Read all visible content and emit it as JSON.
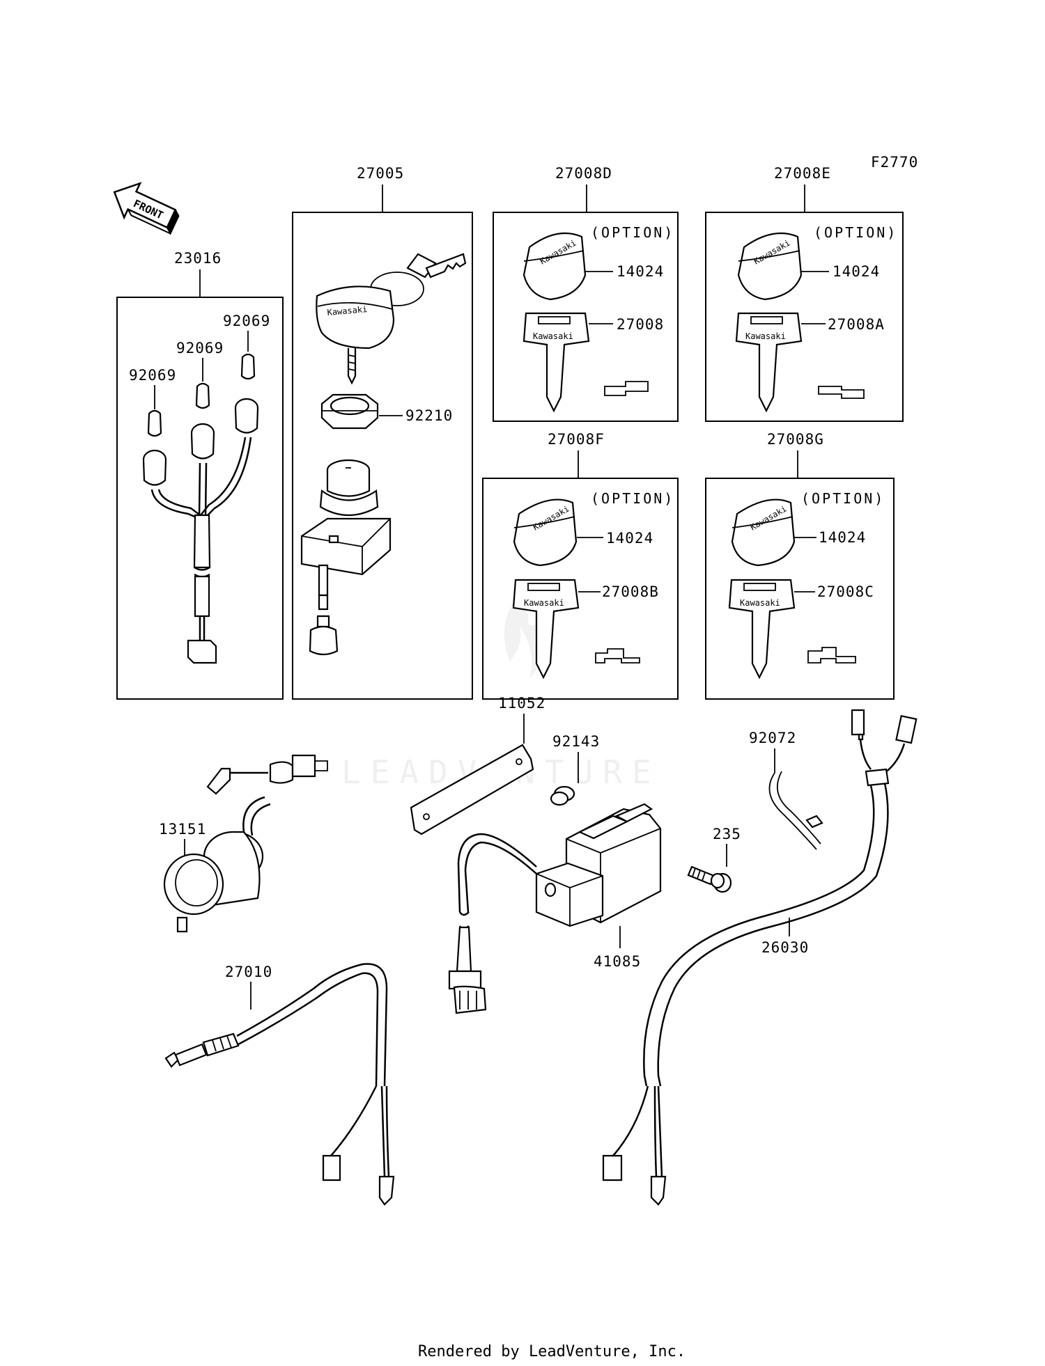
{
  "figure_id": "F2770",
  "front_label": "FRONT",
  "option_label": "(OPTION)",
  "brand_text": "Kawasaki",
  "watermark": "LEADVENTURE",
  "footer": "Rendered by LeadVenture, Inc.",
  "parts": {
    "p23016": "23016",
    "p92069": "92069",
    "p27005": "27005",
    "p92210": "92210",
    "p27008D": "27008D",
    "p27008E": "27008E",
    "p27008F": "27008F",
    "p27008G": "27008G",
    "p14024": "14024",
    "p27008": "27008",
    "p27008A": "27008A",
    "p27008B": "27008B",
    "p27008C": "27008C",
    "p11052": "11052",
    "p92143": "92143",
    "p92072": "92072",
    "p13151": "13151",
    "p235": "235",
    "p41085": "41085",
    "p26030": "26030",
    "p27010": "27010"
  }
}
